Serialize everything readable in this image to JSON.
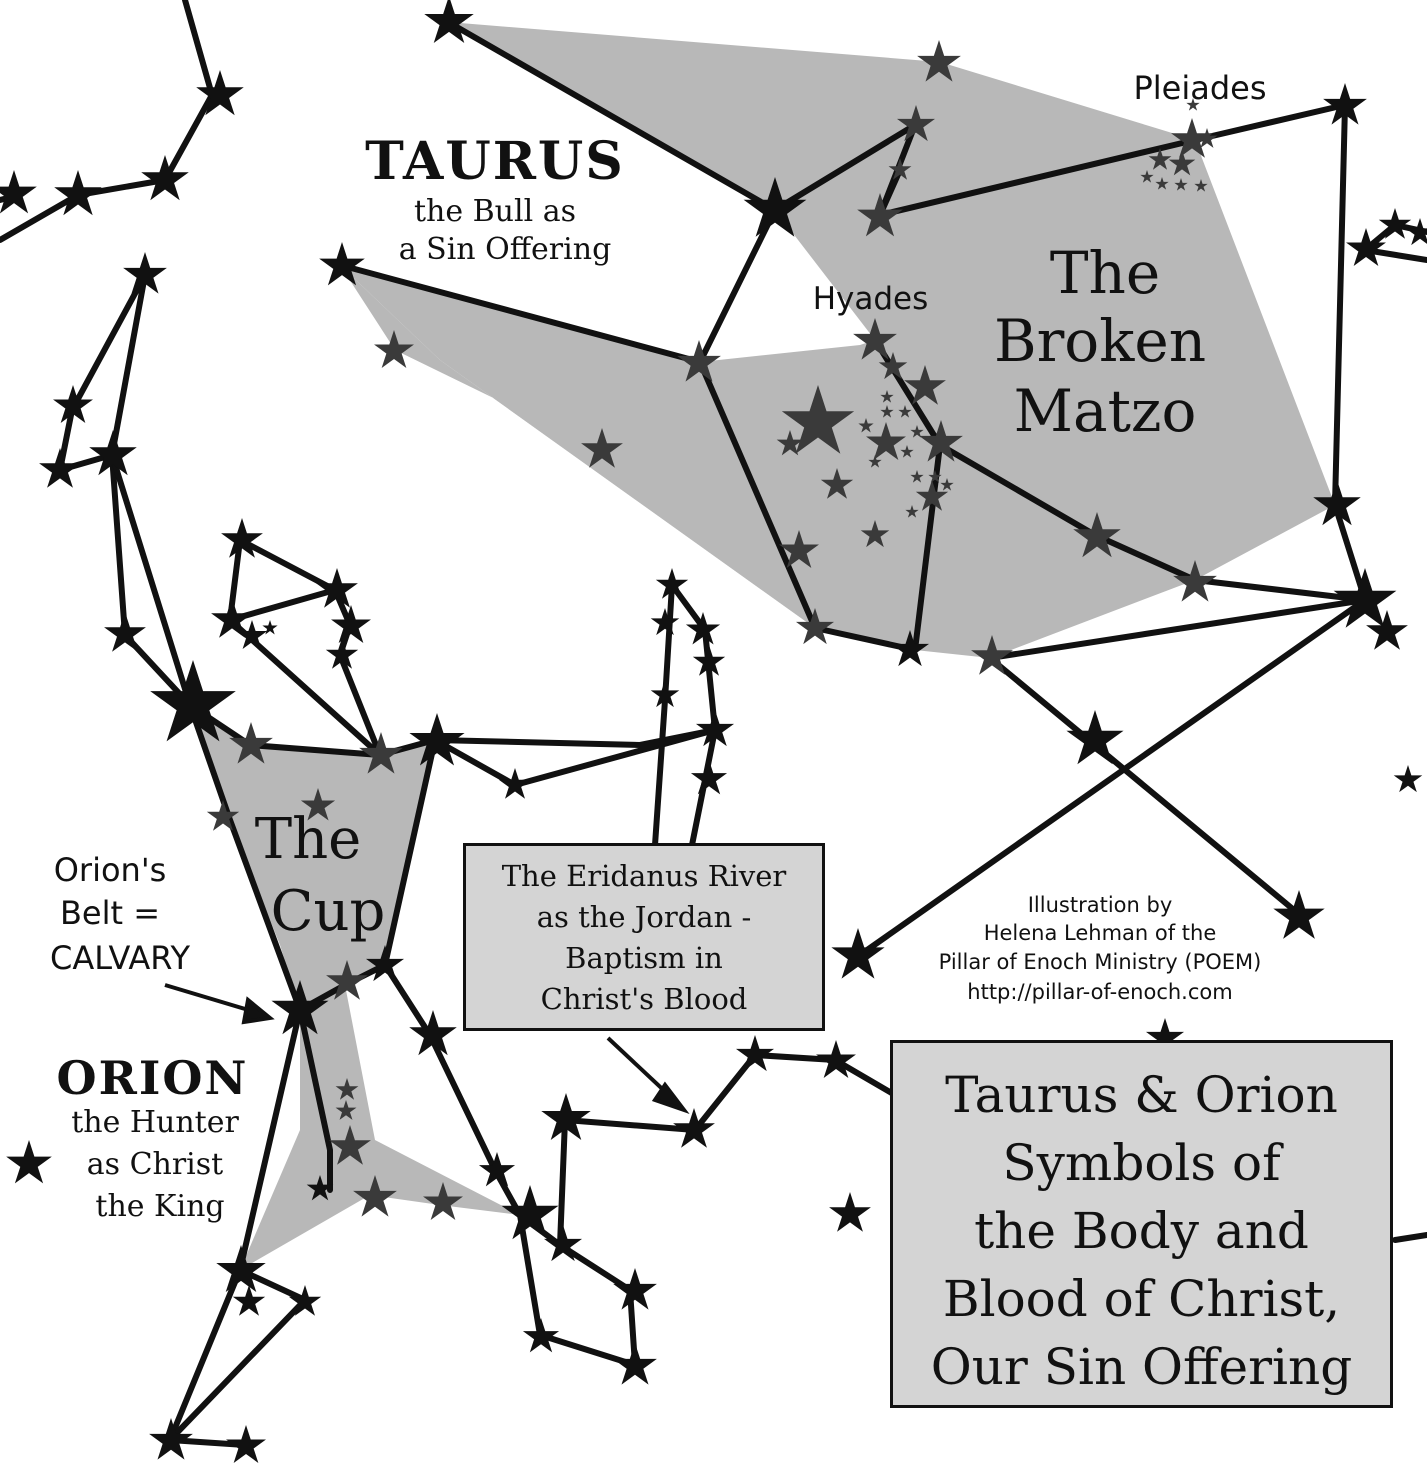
{
  "taurus": {
    "title": "TAURUS",
    "line1": "the Bull as",
    "line2": "a Sin Offering"
  },
  "orion": {
    "title": "ORION",
    "line1": "the Hunter",
    "line2": "as Christ",
    "line3": "the King"
  },
  "belt": {
    "line1": "Orion's",
    "line2": "Belt =",
    "line3": "CALVARY"
  },
  "pleiades": "Pleiades",
  "hyades": "Hyades",
  "matzo": {
    "line1": "The",
    "line2": "Broken",
    "line3": "Matzo"
  },
  "cup": {
    "line1": "The",
    "line2": "Cup"
  },
  "eridanus": {
    "line1": "The Eridanus River",
    "line2": "as the Jordan -",
    "line3": "Baptism in",
    "line4": "Christ's Blood"
  },
  "credit": {
    "line1": "Illustration by",
    "line2": "Helena Lehman of the",
    "line3": "Pillar of Enoch Ministry (POEM)",
    "line4": "http://pillar-of-enoch.com"
  },
  "main_title": {
    "line1": "Taurus & Orion",
    "line2": "Symbols of",
    "line3": "the Body and",
    "line4": "Blood of Christ,",
    "line5": "Our Sin Offering"
  },
  "colors": {
    "ink": "#111111",
    "shade": "#b8b8b8",
    "shade_star": "#3a3a3a",
    "box": "#d4d4d4"
  },
  "icons": [
    "star-icon"
  ]
}
